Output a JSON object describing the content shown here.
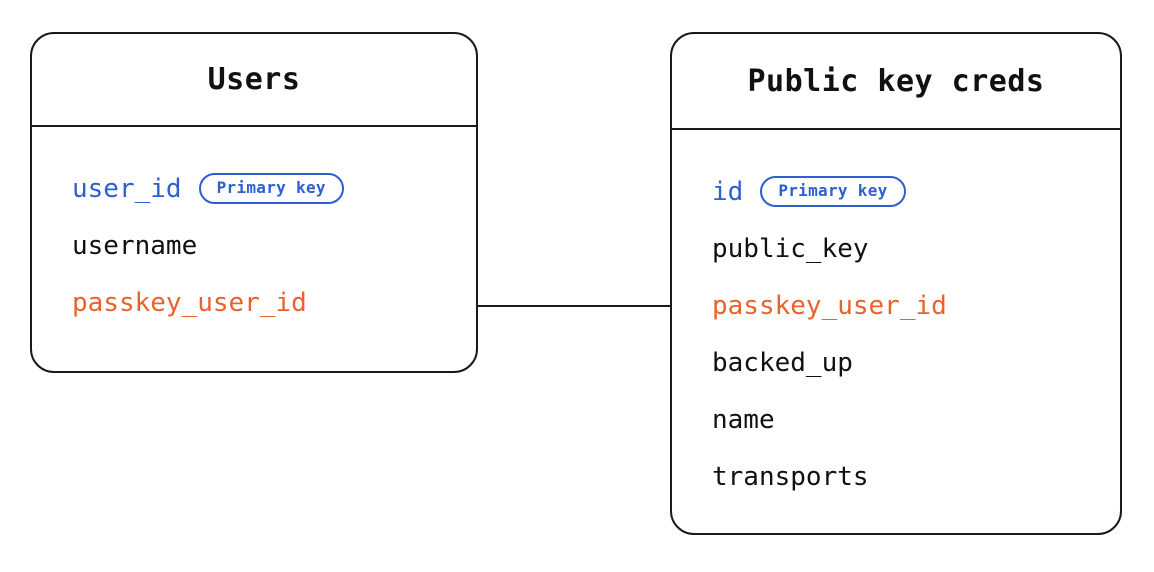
{
  "diagram": {
    "type": "entity-relationship",
    "background_color": "#ffffff",
    "colors": {
      "primary_key": "#2d5fd0",
      "foreign_key": "#e8632c",
      "text": "#111111",
      "border": "#1a1a1a"
    }
  },
  "entities": [
    {
      "id": "users",
      "title": "Users",
      "fields": [
        {
          "name": "user_id",
          "kind": "pk",
          "badge": "Primary key"
        },
        {
          "name": "username",
          "kind": "plain",
          "badge": null
        },
        {
          "name": "passkey_user_id",
          "kind": "fk",
          "badge": null
        }
      ]
    },
    {
      "id": "public_key_creds",
      "title": "Public key creds",
      "fields": [
        {
          "name": "id",
          "kind": "pk",
          "badge": "Primary key"
        },
        {
          "name": "public_key",
          "kind": "plain",
          "badge": null
        },
        {
          "name": "passkey_user_id",
          "kind": "fk",
          "badge": null
        },
        {
          "name": "backed_up",
          "kind": "plain",
          "badge": null
        },
        {
          "name": "name",
          "kind": "plain",
          "badge": null
        },
        {
          "name": "transports",
          "kind": "plain",
          "badge": null
        }
      ]
    }
  ],
  "relationships": [
    {
      "from_entity": "users",
      "from_field": "passkey_user_id",
      "to_entity": "public_key_creds",
      "to_field": "passkey_user_id",
      "style": "straight-line"
    }
  ]
}
